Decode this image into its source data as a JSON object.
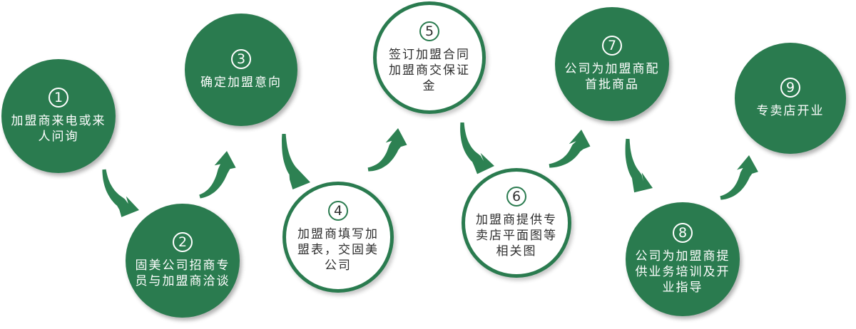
{
  "colors": {
    "green": "#2a7b4f",
    "arrow": "#2d8152",
    "white": "#ffffff",
    "text_dark": "#2f2f2f"
  },
  "steps": [
    {
      "num": "1",
      "label": "加盟商来电或来人问询",
      "style": "dark"
    },
    {
      "num": "2",
      "label": "固美公司招商专员与加盟商洽谈",
      "style": "dark"
    },
    {
      "num": "3",
      "label": "确定加盟意向",
      "style": "dark"
    },
    {
      "num": "4",
      "label": "加盟商填写加盟表，交固美公司",
      "style": "light"
    },
    {
      "num": "5",
      "label": "签订加盟合同加盟商交保证金",
      "style": "light"
    },
    {
      "num": "6",
      "label": "加盟商提供专卖店平面图等相关图",
      "style": "light"
    },
    {
      "num": "7",
      "label": "公司为加盟商配首批商品",
      "style": "dark"
    },
    {
      "num": "8",
      "label": "公司为加盟商提供业务培训及开业指导",
      "style": "dark"
    },
    {
      "num": "9",
      "label": "专卖店开业",
      "style": "dark"
    }
  ],
  "connections": [
    {
      "from": "1",
      "to": "2",
      "icon": "curved-arrow-down-icon"
    },
    {
      "from": "2",
      "to": "3",
      "icon": "curved-arrow-up-icon"
    },
    {
      "from": "3",
      "to": "4",
      "icon": "curved-arrow-down-icon"
    },
    {
      "from": "4",
      "to": "5",
      "icon": "curved-arrow-up-icon"
    },
    {
      "from": "5",
      "to": "6",
      "icon": "curved-arrow-down-icon"
    },
    {
      "from": "6",
      "to": "7",
      "icon": "curved-arrow-up-icon"
    },
    {
      "from": "7",
      "to": "8",
      "icon": "curved-arrow-down-icon"
    },
    {
      "from": "8",
      "to": "9",
      "icon": "curved-arrow-up-icon"
    }
  ]
}
